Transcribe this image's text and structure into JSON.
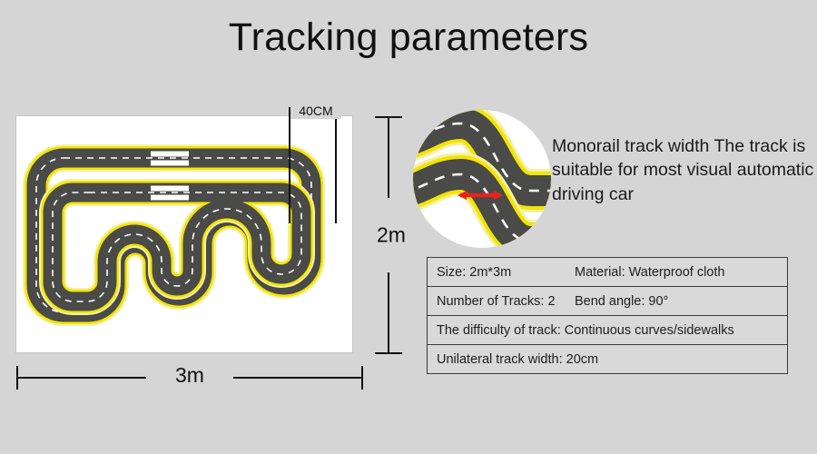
{
  "page": {
    "title": "Tracking parameters",
    "background_color": "#d5d5d5"
  },
  "colors": {
    "road": "#4a4a48",
    "edge_yellow": "#f2e500",
    "lane_dash": "#ffffff",
    "panel": "#ffffff",
    "arrow_red": "#e8231a",
    "text": "#1a1a1a",
    "table_border": "#3a3a3a",
    "table_fill": "#d9d9d9"
  },
  "track_diagram": {
    "name": "tracking-mat-layout",
    "panel_label": "white track mat",
    "features": [
      "double loop",
      "continuous curves",
      "crosswalk",
      "dashed centerlines"
    ],
    "crosswalk_stripes": 4
  },
  "dimensions": {
    "caliper_label": "40CM",
    "height_label": "2m",
    "width_label": "3m"
  },
  "inset": {
    "name": "track-width-magnifier",
    "measure_label": "",
    "arrow_color": "#e8231a"
  },
  "description": {
    "text": "Monorail track width The track is suitable for most visual automatic driving car"
  },
  "spec_table": {
    "rows": [
      {
        "label": "Size: 2m*3m",
        "value": "Material: Waterproof cloth"
      },
      {
        "label": "Number of Tracks: 2",
        "value": "Bend angle: 90°"
      },
      {
        "full": "The difficulty of track: Continuous curves/sidewalks"
      },
      {
        "full": "Unilateral track width: 20cm"
      }
    ]
  }
}
